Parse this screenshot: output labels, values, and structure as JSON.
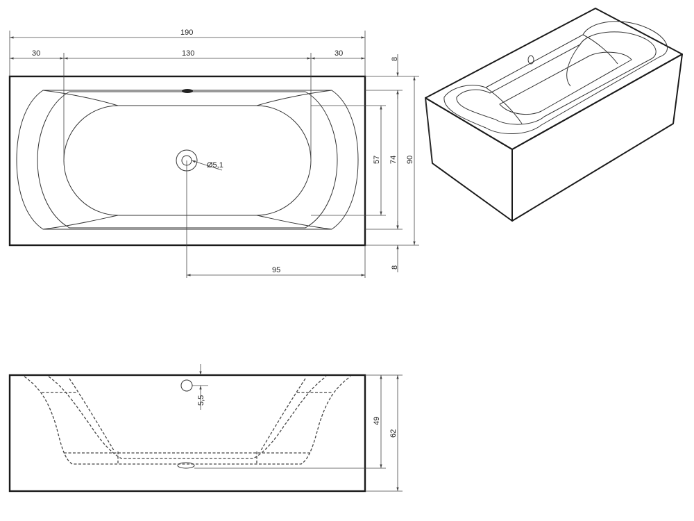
{
  "drawing": {
    "top_view": {
      "overall_width": "190",
      "left_segment": "30",
      "middle_segment": "130",
      "right_segment": "30",
      "top_rim": "8",
      "inner_57": "57",
      "inner_74": "74",
      "overall_depth": "90",
      "bottom_rim": "8",
      "drain_offset": "95",
      "drain_diameter": "Ø5,1"
    },
    "side_view": {
      "overflow_offset": "5,5",
      "basin_depth": "49",
      "total_height": "62"
    }
  }
}
